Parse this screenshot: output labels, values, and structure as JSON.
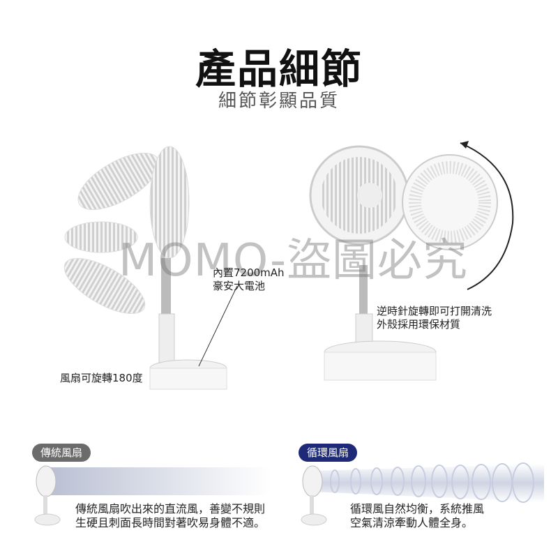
{
  "header": {
    "title": "產品細節",
    "subtitle": "細節彰顯品質"
  },
  "watermark": "MOMO-盜圖必究",
  "left_product": {
    "battery_line1": "內置7200mAh",
    "battery_line2": "豪安大電池",
    "rotate": "風扇可旋轉180度"
  },
  "right_product": {
    "line1": "逆時針旋轉即可打開清洗",
    "line2": "外殼採用環保材質"
  },
  "compare": {
    "traditional": {
      "badge": "傳統風扇",
      "badge_color": "#6b6b6b",
      "line1": "傳統風扇吹出來的直流風，善變不規則",
      "line2": "生硬且刺面長時間對著吹易身體不適。"
    },
    "circulation": {
      "badge": "循環風扇",
      "badge_color": "#1e2a78",
      "line1": "循環風自然均衡，系統推風",
      "line2": "空氣清涼牽動人體全身。"
    }
  }
}
